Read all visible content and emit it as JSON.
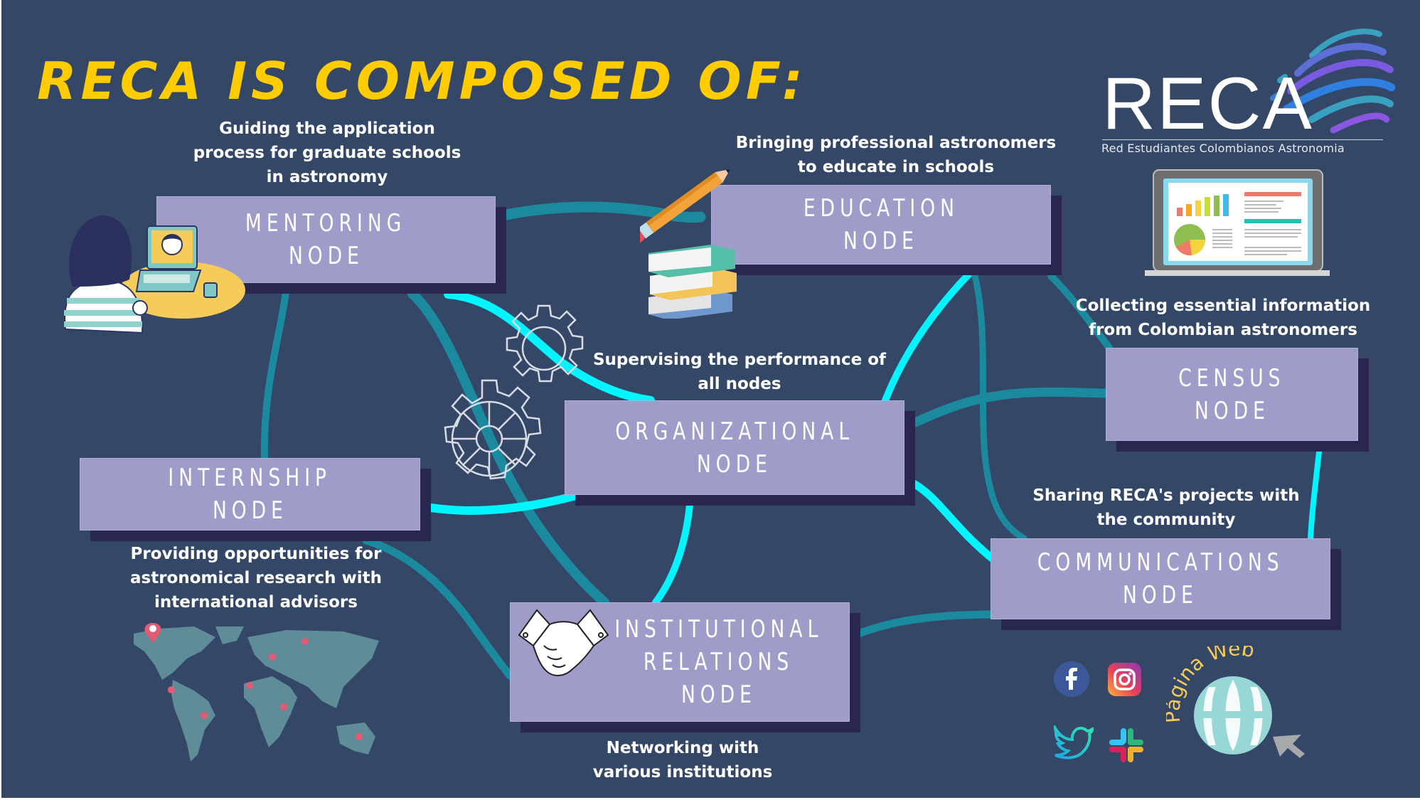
{
  "title": "RECA IS COMPOSED OF:",
  "logo": {
    "wordmark": "RECA",
    "subtitle": "Red Estudiantes Colombianos Astronomia"
  },
  "colors": {
    "background": "#344766",
    "title": "#FFCC00",
    "node_box": "#A09CCA",
    "node_shadow": "#29274F",
    "link_teal": "#1B8A9E",
    "link_cyan": "#00F5FF"
  },
  "nodes": [
    {
      "id": "mentoring",
      "lines": [
        "MENTORING",
        "NODE"
      ],
      "description": "Guiding the application\nprocess for graduate schools\nin astronomy"
    },
    {
      "id": "education",
      "lines": [
        "EDUCATION",
        "NODE"
      ],
      "description": "Bringing professional astronomers\nto educate in schools"
    },
    {
      "id": "census",
      "lines": [
        "CENSUS",
        "NODE"
      ],
      "description": "Collecting essential information\nfrom Colombian  astronomers"
    },
    {
      "id": "organizational",
      "lines": [
        "ORGANIZATIONAL",
        "NODE"
      ],
      "description": "Supervising  the performance of\nall nodes"
    },
    {
      "id": "internship",
      "lines": [
        "INTERNSHIP",
        "NODE"
      ],
      "description": "Providing opportunities for\nastronomical  research with\ninternational advisors"
    },
    {
      "id": "communications",
      "lines": [
        "COMMUNICATIONS",
        "NODE"
      ],
      "description": "Sharing RECA's projects with\nthe community"
    },
    {
      "id": "institutional",
      "lines": [
        "INSTITUTIONAL",
        "RELATIONS",
        "NODE"
      ],
      "description": "Networking with\nvarious institutions"
    }
  ],
  "links": [
    {
      "from": "mentoring",
      "to": "education",
      "style": "teal"
    },
    {
      "from": "mentoring",
      "to": "internship",
      "style": "teal"
    },
    {
      "from": "mentoring",
      "to": "organizational",
      "style": "cyan"
    },
    {
      "from": "mentoring",
      "to": "institutional",
      "style": "teal"
    },
    {
      "from": "education",
      "to": "organizational",
      "style": "cyan"
    },
    {
      "from": "education",
      "to": "communications",
      "style": "teal"
    },
    {
      "from": "education",
      "to": "census",
      "style": "teal"
    },
    {
      "from": "organizational",
      "to": "census",
      "style": "teal"
    },
    {
      "from": "organizational",
      "to": "communications",
      "style": "cyan"
    },
    {
      "from": "organizational",
      "to": "institutional",
      "style": "cyan"
    },
    {
      "from": "organizational",
      "to": "internship",
      "style": "cyan"
    },
    {
      "from": "internship",
      "to": "institutional",
      "style": "teal"
    },
    {
      "from": "census",
      "to": "communications",
      "style": "cyan"
    },
    {
      "from": "communications",
      "to": "institutional",
      "style": "teal"
    }
  ],
  "social": {
    "icons": [
      "facebook-icon",
      "instagram-icon",
      "twitter-icon",
      "slack-icon"
    ],
    "website_label": "Página Web"
  }
}
